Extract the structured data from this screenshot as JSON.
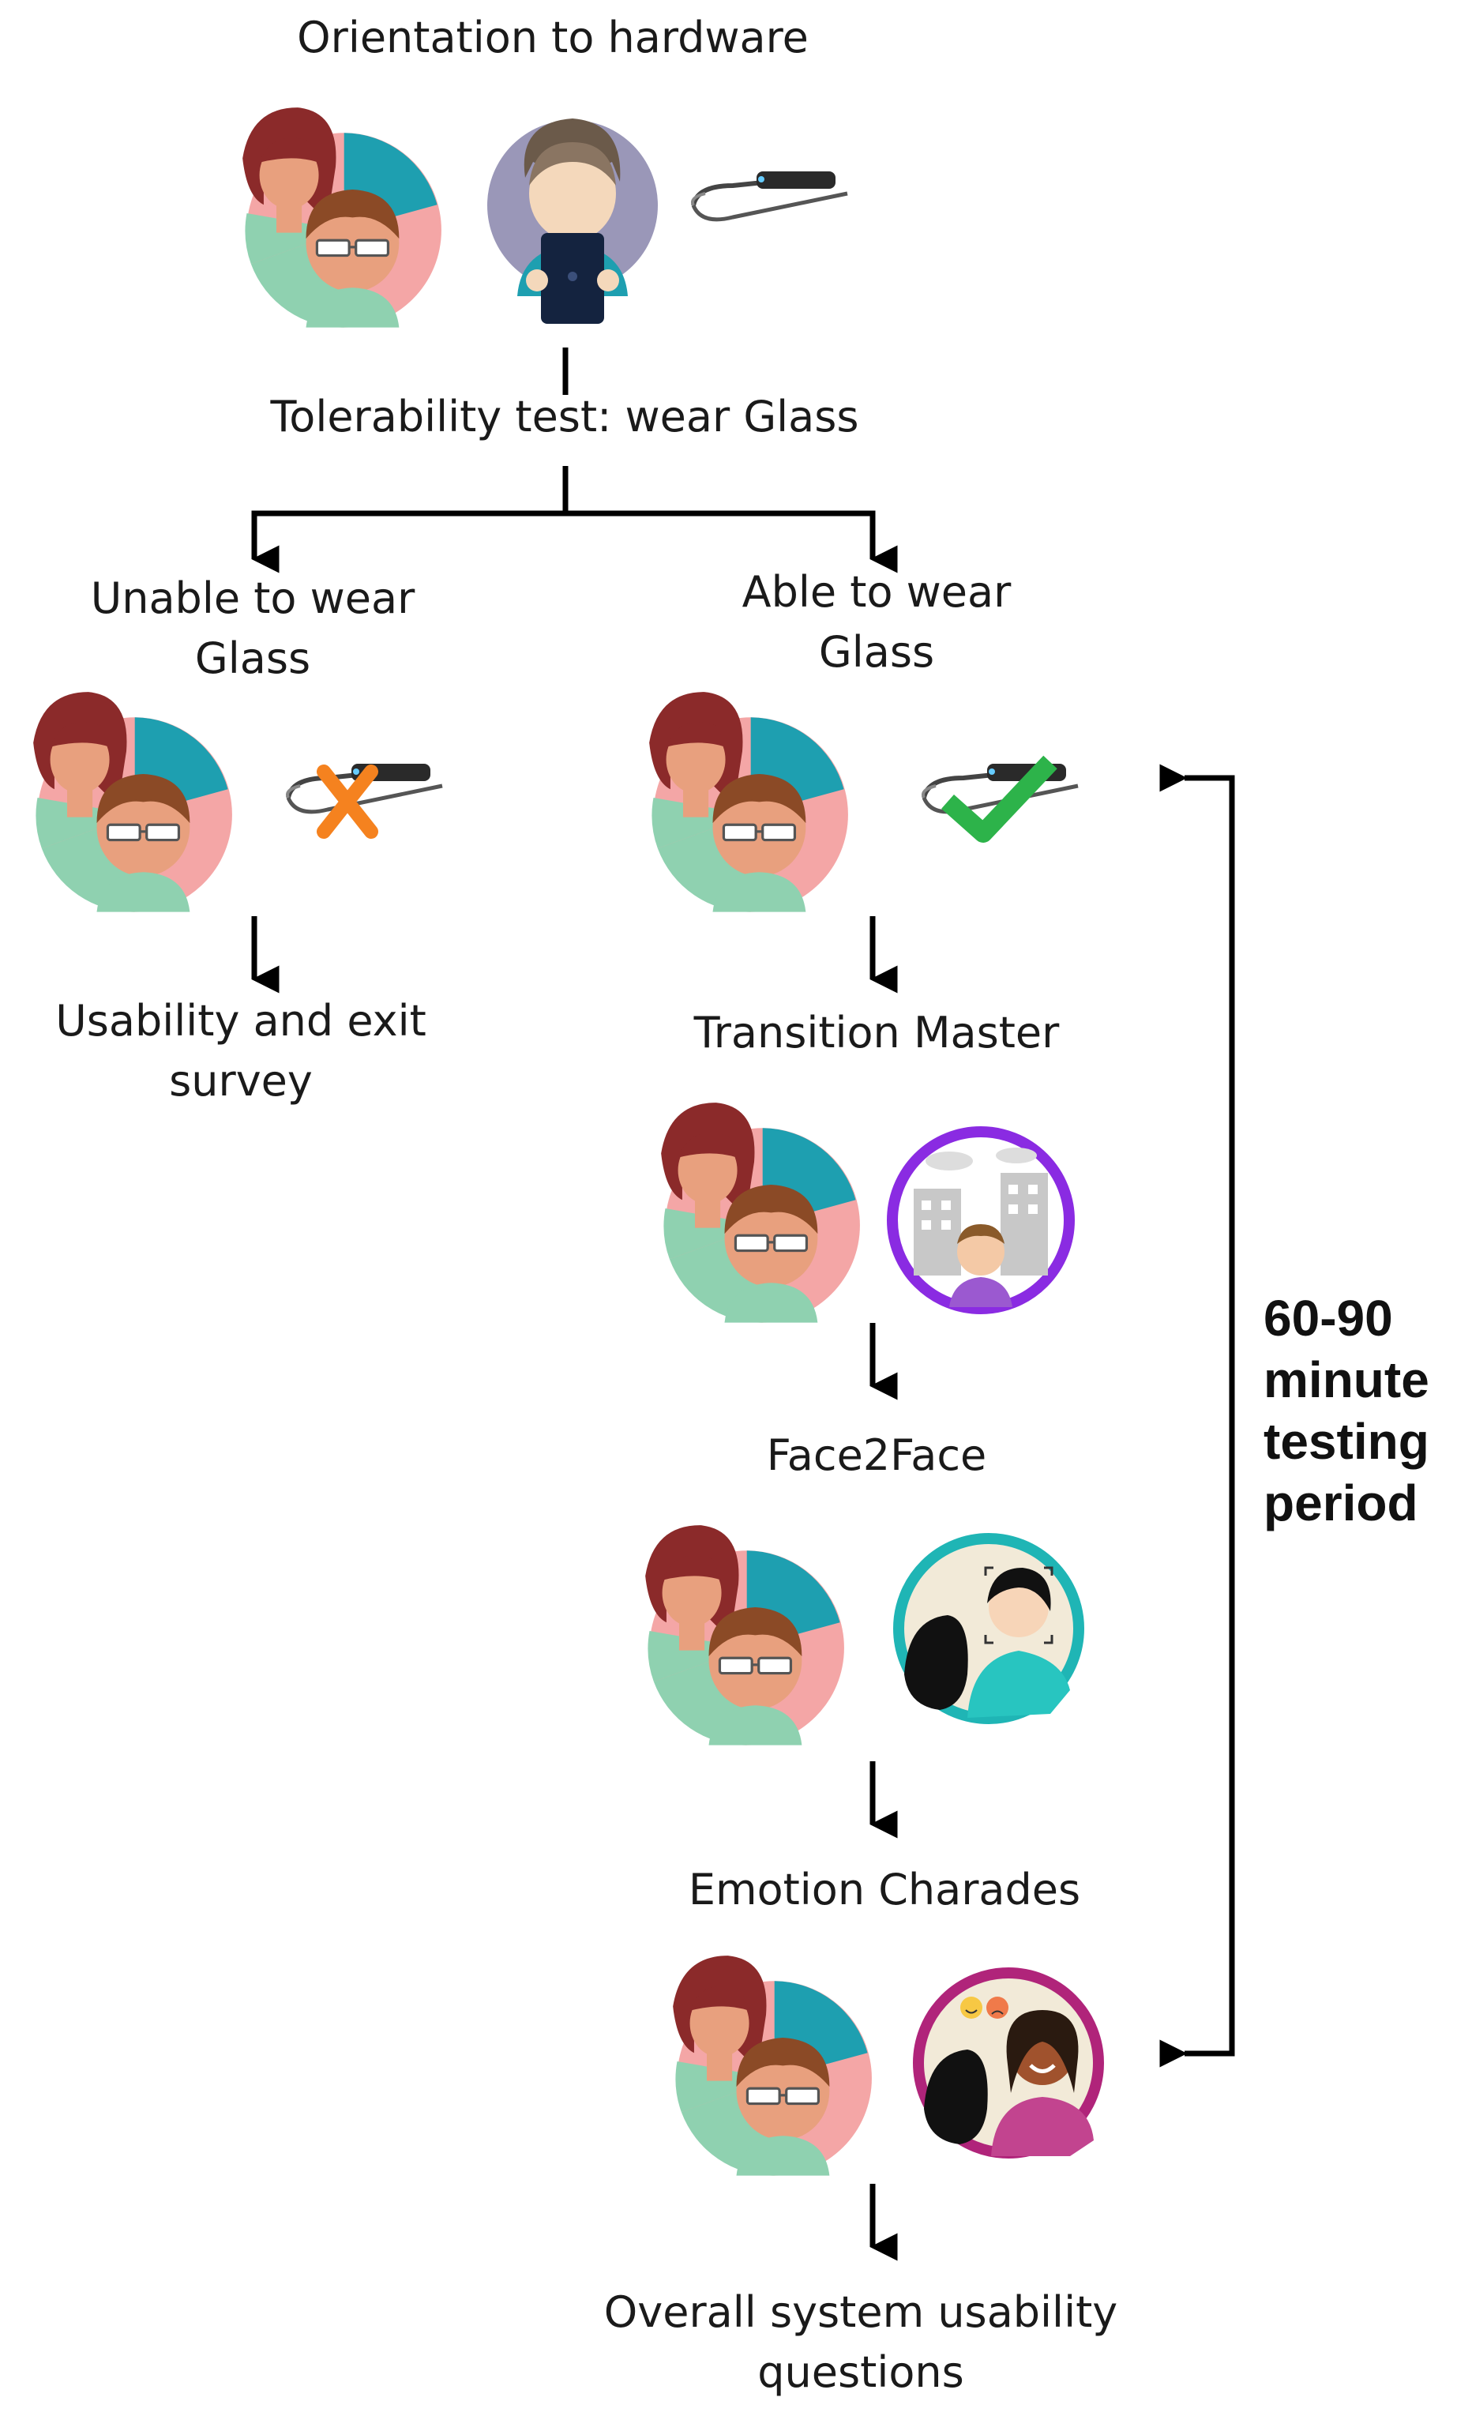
{
  "steps": {
    "orientation": "Orientation to hardware",
    "tolerability": "Tolerability test: wear Glass",
    "unable": "Unable to wear Glass",
    "able": "Able to wear Glass",
    "usability_exit": "Usability and exit survey",
    "transition_master": "Transition Master",
    "face2face": "Face2Face",
    "emotion_charades": "Emotion Charades",
    "overall": "Overall system usability questions"
  },
  "period_label": "60-90 minute testing period",
  "icons": {
    "family": "family-avatar-icon",
    "child_tablet": "child-with-tablet-icon",
    "glass": "google-glass-icon",
    "cross": "orange-cross-icon",
    "check": "green-check-icon",
    "transition_app": "transition-master-app-icon",
    "face_app": "face2face-app-icon",
    "charades_app": "emotion-charades-app-icon"
  },
  "colors": {
    "cross": "#f5821f",
    "check": "#2db34a",
    "transition_ring": "#8a2be2",
    "face_ring": "#1fb5b5",
    "charades_ring": "#b0247a"
  }
}
